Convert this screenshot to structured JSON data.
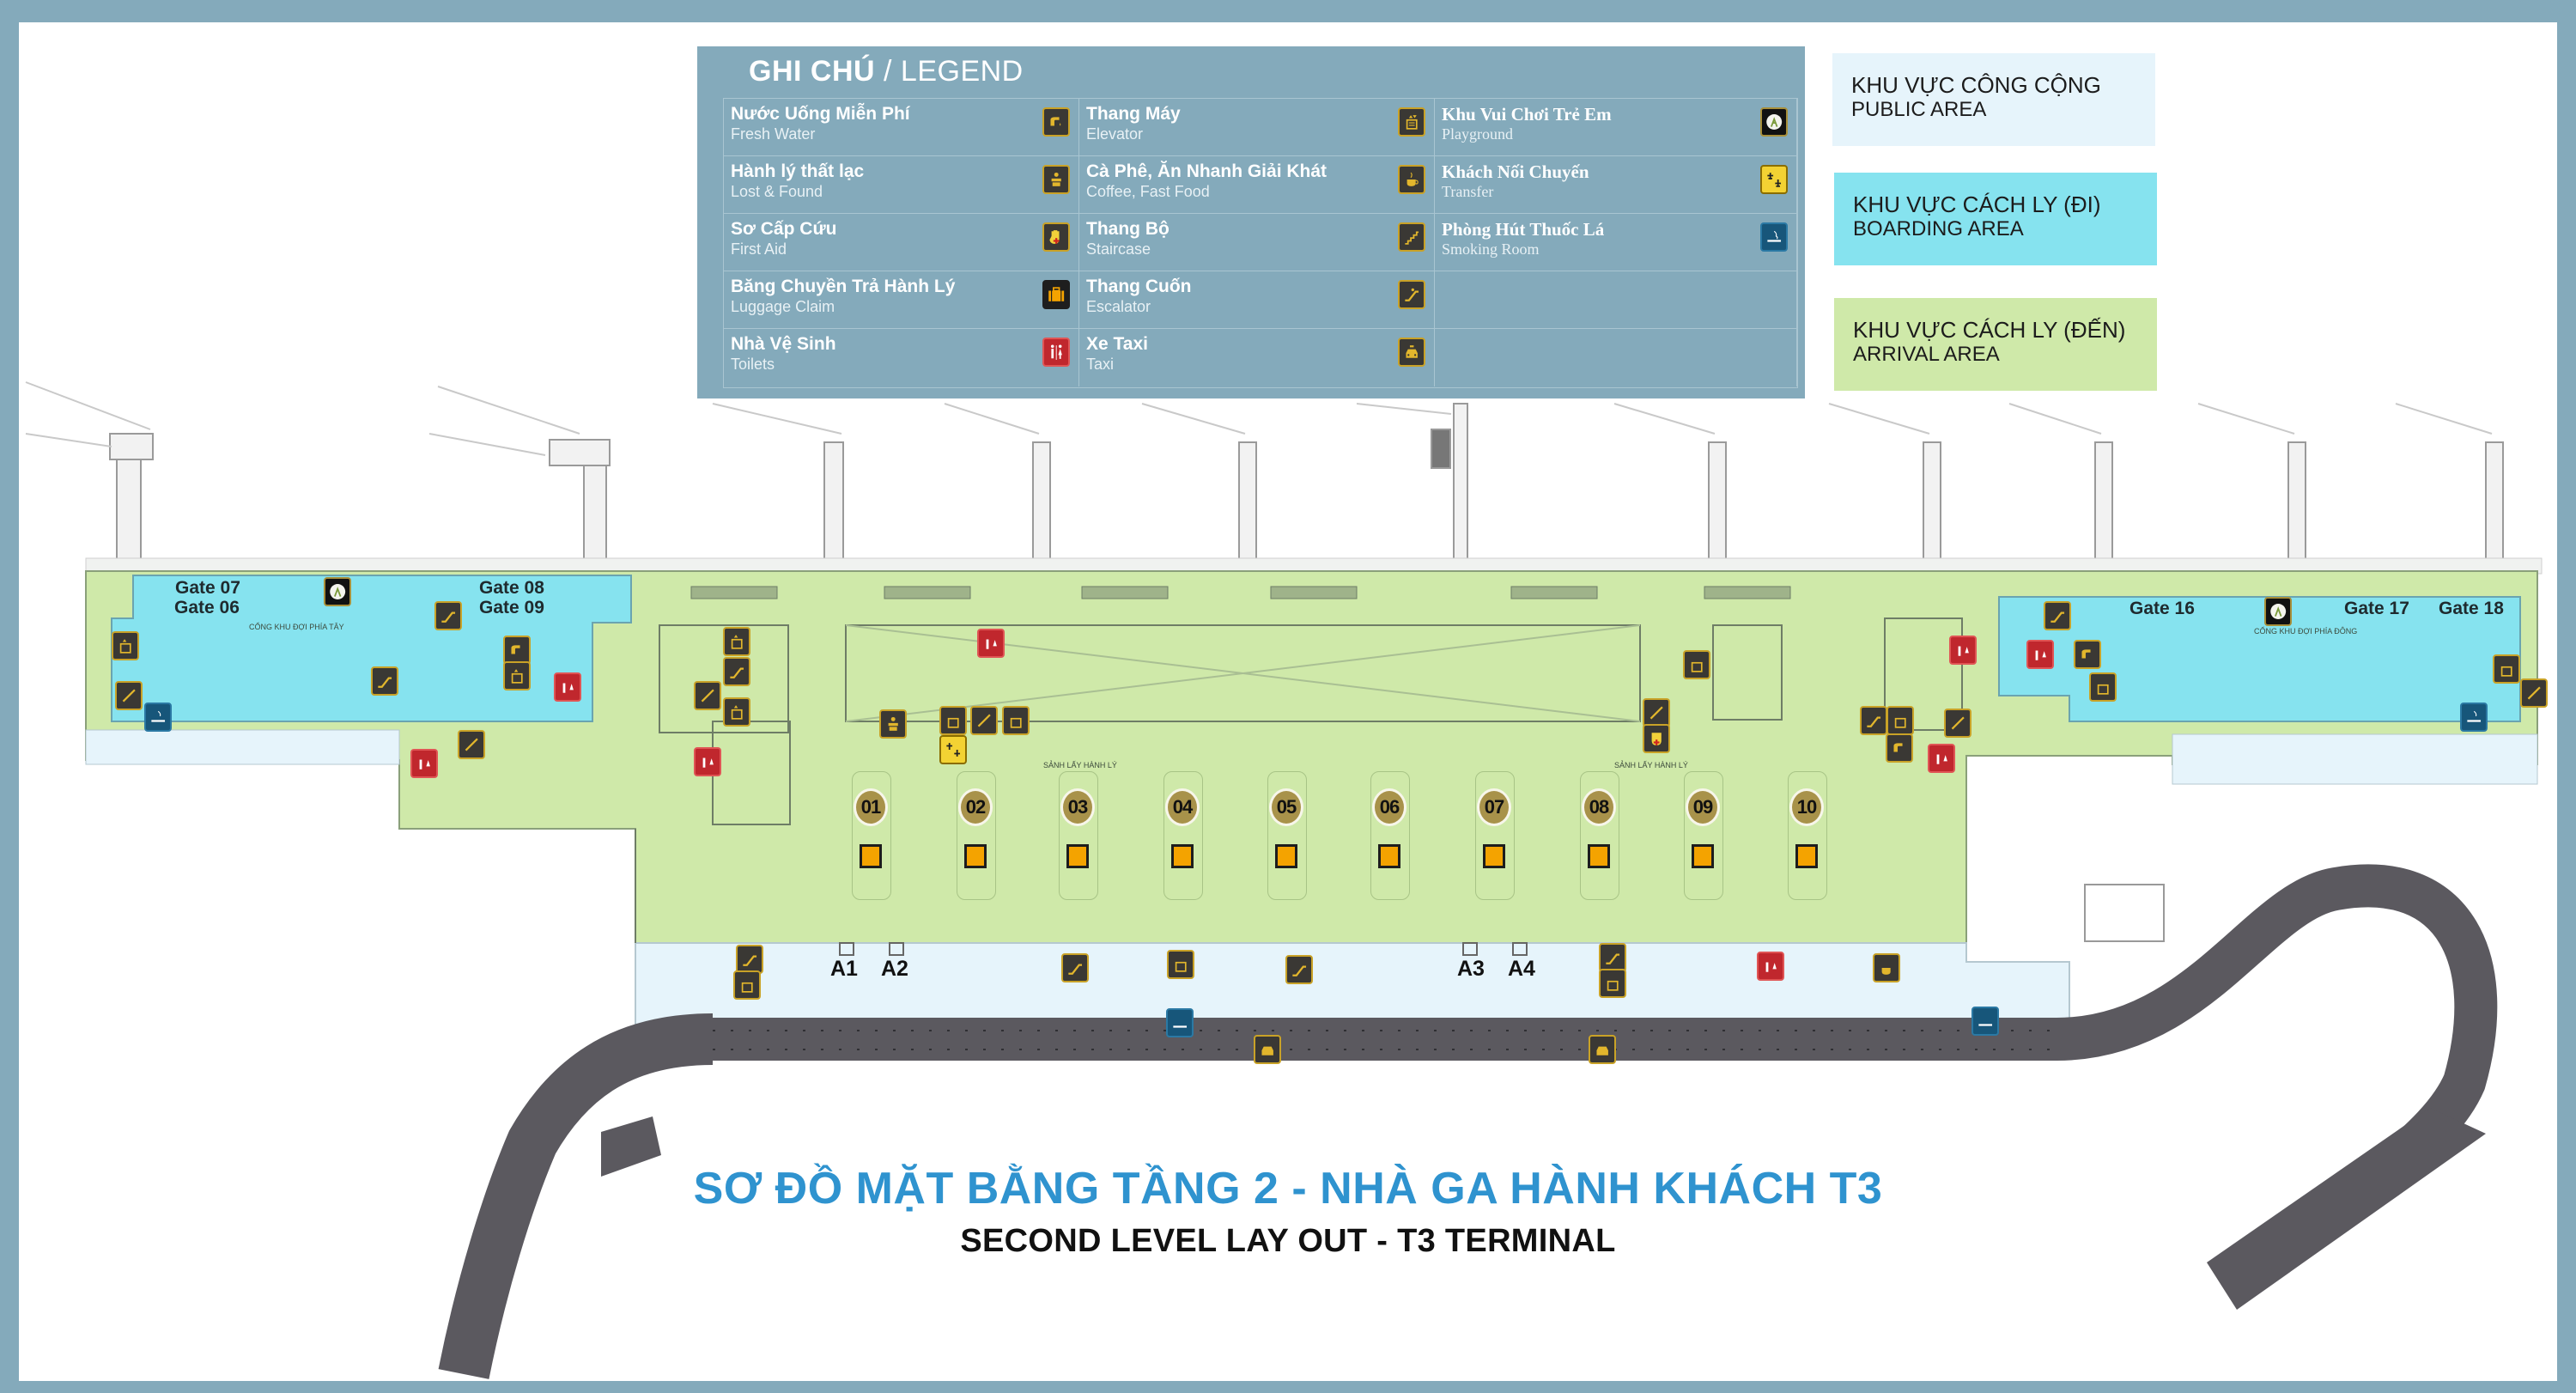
{
  "legend": {
    "title_vi": "GHI CHÚ",
    "title_sep": " / ",
    "title_en": "LEGEND",
    "items": [
      {
        "vi": "Nước Uống Miễn Phí",
        "en": "Fresh Water",
        "icon": "fresh-water-icon"
      },
      {
        "vi": "Thang Máy",
        "en": "Elevator",
        "icon": "elevator-icon"
      },
      {
        "vi": "Khu Vui Chơi Trẻ Em",
        "en": "Playground",
        "icon": "playground-icon"
      },
      {
        "vi": "Hành lý thất lạc",
        "en": "Lost & Found",
        "icon": "lost-found-icon"
      },
      {
        "vi": "Cà Phê, Ăn Nhanh Giải Khát",
        "en": "Coffee, Fast Food",
        "icon": "coffee-icon"
      },
      {
        "vi": "Khách Nối Chuyến",
        "en": "Transfer",
        "icon": "transfer-icon"
      },
      {
        "vi": "Sơ Cấp Cứu",
        "en": "First Aid",
        "icon": "first-aid-icon"
      },
      {
        "vi": "Thang Bộ",
        "en": "Staircase",
        "icon": "staircase-icon"
      },
      {
        "vi": "Phòng Hút Thuốc Lá",
        "en": "Smoking Room",
        "icon": "smoking-room-icon"
      },
      {
        "vi": "Băng Chuyền Trả Hành Lý",
        "en": "Luggage Claim",
        "icon": "luggage-claim-icon"
      },
      {
        "vi": "Thang Cuốn",
        "en": "Escalator",
        "icon": "escalator-icon"
      },
      {
        "vi": "",
        "en": "",
        "icon": ""
      },
      {
        "vi": "Nhà Vệ Sinh",
        "en": "Toilets",
        "icon": "toilets-icon"
      },
      {
        "vi": "Xe Taxi",
        "en": "Taxi",
        "icon": "taxi-icon"
      },
      {
        "vi": "",
        "en": "",
        "icon": ""
      }
    ]
  },
  "area_key": [
    {
      "vi": "KHU VỰC CÔNG CỘNG",
      "en": "PUBLIC AREA",
      "color": "#e6f4fb"
    },
    {
      "vi": "KHU VỰC CÁCH LY (ĐI)",
      "en": "BOARDING AREA",
      "color": "#86e3ef"
    },
    {
      "vi": "KHU VỰC CÁCH LY (ĐẾN)",
      "en": "ARRIVAL AREA",
      "color": "#cfe9a9"
    }
  ],
  "colors": {
    "frame": "#84aabb",
    "public_area": "#e6f4fb",
    "boarding_area": "#86e3ef",
    "arrival_area": "#cfe9a9",
    "road": "#5b595f",
    "title_blue": "#2f93cf"
  },
  "map": {
    "west_pier": {
      "gates": [
        "Gate 07",
        "Gate 06",
        "Gate 08",
        "Gate 09"
      ],
      "area_label": "CỔNG KHU ĐỢI PHÍA TÂY"
    },
    "east_pier": {
      "gates": [
        "Gate 16",
        "Gate 17",
        "Gate 18"
      ],
      "area_label": "CỔNG KHU ĐỢI PHÍA ĐÔNG"
    },
    "hall_labels": [
      "SẢNH LẤY HÀNH LÝ",
      "SẢNH LẤY HÀNH LÝ"
    ],
    "carousels": [
      "01",
      "02",
      "03",
      "04",
      "05",
      "06",
      "07",
      "08",
      "09",
      "10"
    ],
    "exits": [
      "A1",
      "A2",
      "A3",
      "A4"
    ]
  },
  "title": {
    "vi": "SƠ ĐỒ MẶT BẰNG TẦNG 2 - NHÀ GA HÀNH KHÁCH T3",
    "en": "SECOND LEVEL LAY OUT - T3 TERMINAL"
  }
}
